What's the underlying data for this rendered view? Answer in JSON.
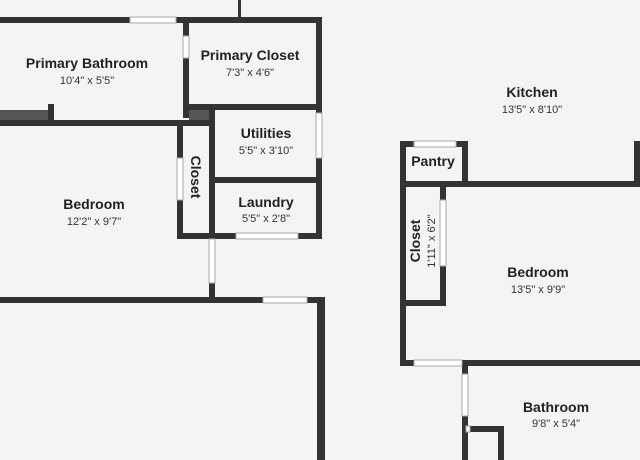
{
  "colors": {
    "background": "#f4f4f4",
    "wall": "#333333",
    "window": "#ffffff",
    "text": "#222222"
  },
  "rooms": {
    "primary_bathroom": {
      "name": "Primary Bathroom",
      "size": "10'4\" x 5'5\""
    },
    "primary_closet": {
      "name": "Primary Closet",
      "size": "7'3\" x 4'6\""
    },
    "utilities": {
      "name": "Utilities",
      "size": "5'5\" x 3'10\""
    },
    "laundry": {
      "name": "Laundry",
      "size": "5'5\" x 2'8\""
    },
    "closet_left": {
      "name": "Closet"
    },
    "bedroom_left": {
      "name": "Bedroom",
      "size": "12'2\" x 9'7\""
    },
    "kitchen": {
      "name": "Kitchen",
      "size": "13'5\" x 8'10\""
    },
    "pantry": {
      "name": "Pantry"
    },
    "closet_right": {
      "name": "Closet",
      "size": "1'11\" x 6'2\""
    },
    "bedroom_right": {
      "name": "Bedroom",
      "size": "13'5\" x 9'9\""
    },
    "bathroom": {
      "name": "Bathroom",
      "size": "9'8\" x 5'4\""
    }
  }
}
